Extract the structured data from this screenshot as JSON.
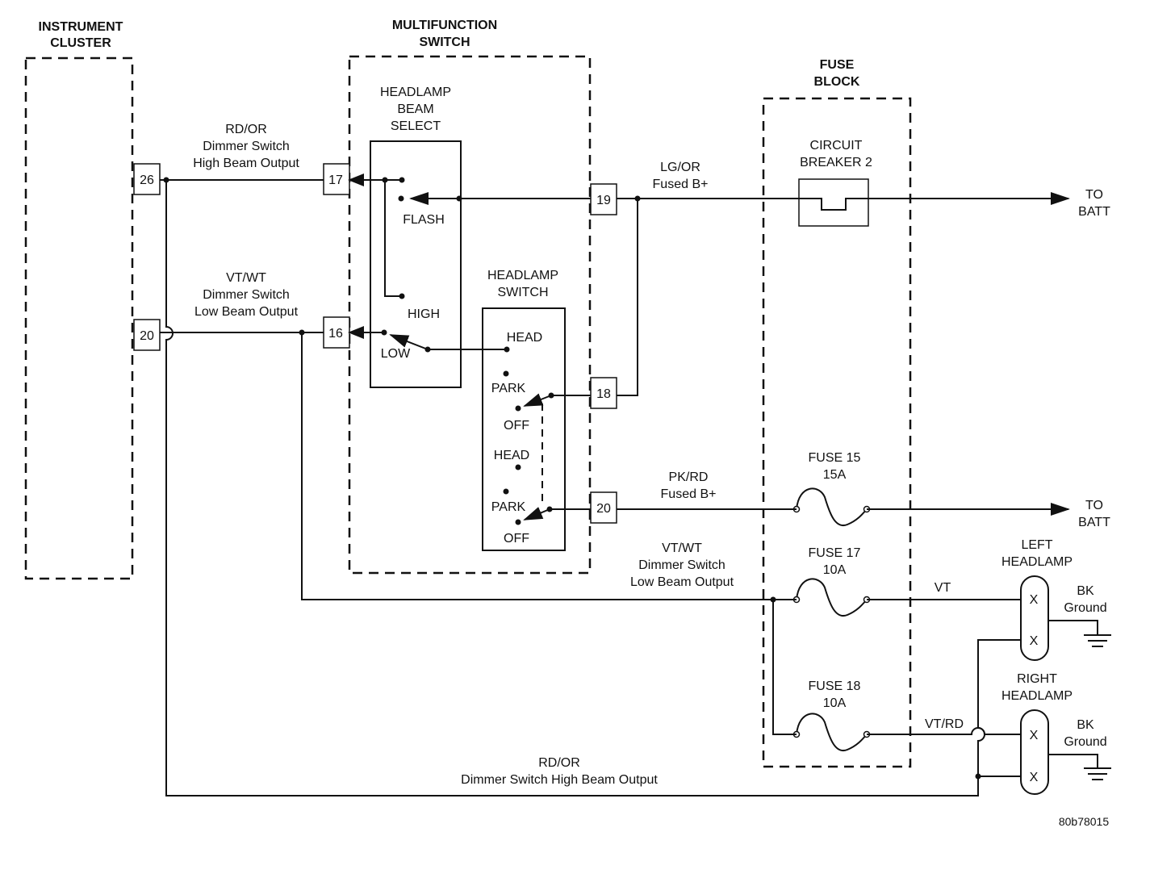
{
  "components": {
    "instrument_cluster": {
      "title_line1": "INSTRUMENT",
      "title_line2": "CLUSTER",
      "pins": {
        "high": "26",
        "low": "20"
      }
    },
    "multifunction_switch": {
      "title_line1": "MULTIFUNCTION",
      "title_line2": "SWITCH",
      "pins": {
        "p17": "17",
        "p16": "16",
        "p19": "19",
        "p18": "18",
        "p20": "20"
      },
      "beam_select": {
        "title_line1": "HEADLAMP",
        "title_line2": "BEAM",
        "title_line3": "SELECT",
        "flash": "FLASH",
        "high": "HIGH",
        "low": "LOW"
      },
      "headlamp_switch": {
        "title_line1": "HEADLAMP",
        "title_line2": "SWITCH",
        "head1": "HEAD",
        "park1": "PARK",
        "off1": "OFF",
        "head2": "HEAD",
        "park2": "PARK",
        "off2": "OFF"
      }
    },
    "fuse_block": {
      "title_line1": "FUSE",
      "title_line2": "BLOCK",
      "circuit_breaker": {
        "line1": "CIRCUIT",
        "line2": "BREAKER 2"
      },
      "fuse15": {
        "name": "FUSE 15",
        "rating": "15A"
      },
      "fuse17": {
        "name": "FUSE 17",
        "rating": "10A"
      },
      "fuse18": {
        "name": "FUSE 18",
        "rating": "10A"
      }
    },
    "left_headlamp": {
      "line1": "LEFT",
      "line2": "HEADLAMP",
      "ground_color": "BK",
      "ground_label": "Ground",
      "pin_mark": "X"
    },
    "right_headlamp": {
      "line1": "RIGHT",
      "line2": "HEADLAMP",
      "ground_color": "BK",
      "ground_label": "Ground",
      "pin_mark": "X"
    }
  },
  "wires": {
    "rd_or_top": {
      "color": "RD/OR",
      "line1": "Dimmer Switch",
      "line2": "High Beam Output"
    },
    "vt_wt_left": {
      "color": "VT/WT",
      "line1": "Dimmer Switch",
      "line2": "Low Beam Output"
    },
    "lg_or": {
      "color": "LG/OR",
      "desc": "Fused B+"
    },
    "pk_rd": {
      "color": "PK/RD",
      "desc": "Fused B+"
    },
    "vt_wt_right": {
      "color": "VT/WT",
      "line1": "Dimmer Switch",
      "line2": "Low Beam Output"
    },
    "vt": {
      "color": "VT"
    },
    "vt_rd": {
      "color": "VT/RD"
    },
    "rd_or_bottom": {
      "color": "RD/OR",
      "desc": "Dimmer Switch High Beam Output"
    }
  },
  "to_batt": {
    "line1": "TO",
    "line2": "BATT"
  },
  "figure_id": "80b78015"
}
